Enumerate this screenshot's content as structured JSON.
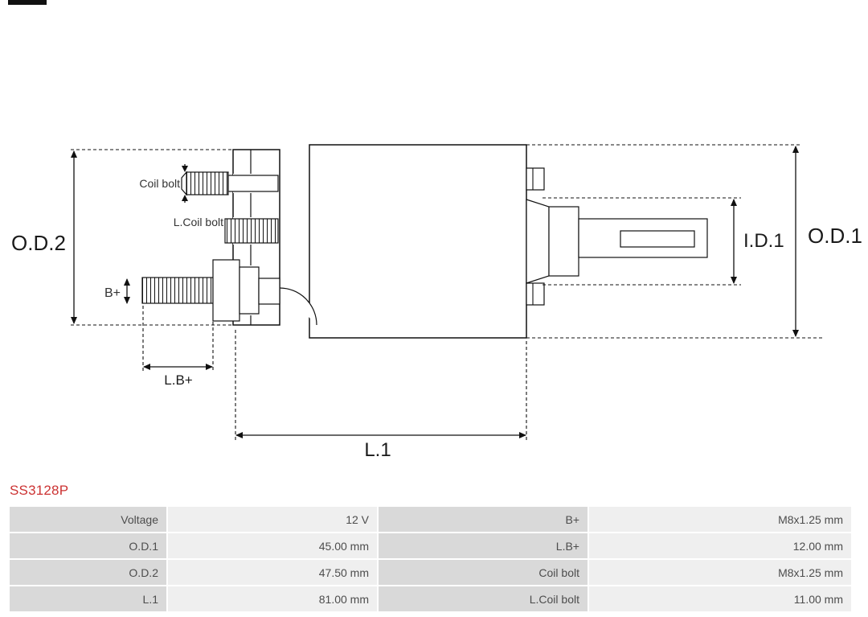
{
  "part_number": "SS3128P",
  "colors": {
    "part_number_accent": "#cc3333",
    "table_label_bg": "#d9d9d9",
    "table_value_bg": "#efefef"
  },
  "diagram": {
    "labels": {
      "od2": "O.D.2",
      "od1": "O.D.1",
      "id1": "I.D.1",
      "coil_bolt": "Coil bolt",
      "l_coil_bolt": "L.Coil bolt",
      "b_plus": "B+",
      "l_b_plus": "L.B+",
      "l1": "L.1"
    }
  },
  "table": {
    "rows": [
      [
        "Voltage",
        "12 V",
        "B+",
        "M8x1.25 mm"
      ],
      [
        "O.D.1",
        "45.00 mm",
        "L.B+",
        "12.00 mm"
      ],
      [
        "O.D.2",
        "47.50 mm",
        "Coil bolt",
        "M8x1.25 mm"
      ],
      [
        "L.1",
        "81.00 mm",
        "L.Coil bolt",
        "11.00 mm"
      ]
    ]
  }
}
